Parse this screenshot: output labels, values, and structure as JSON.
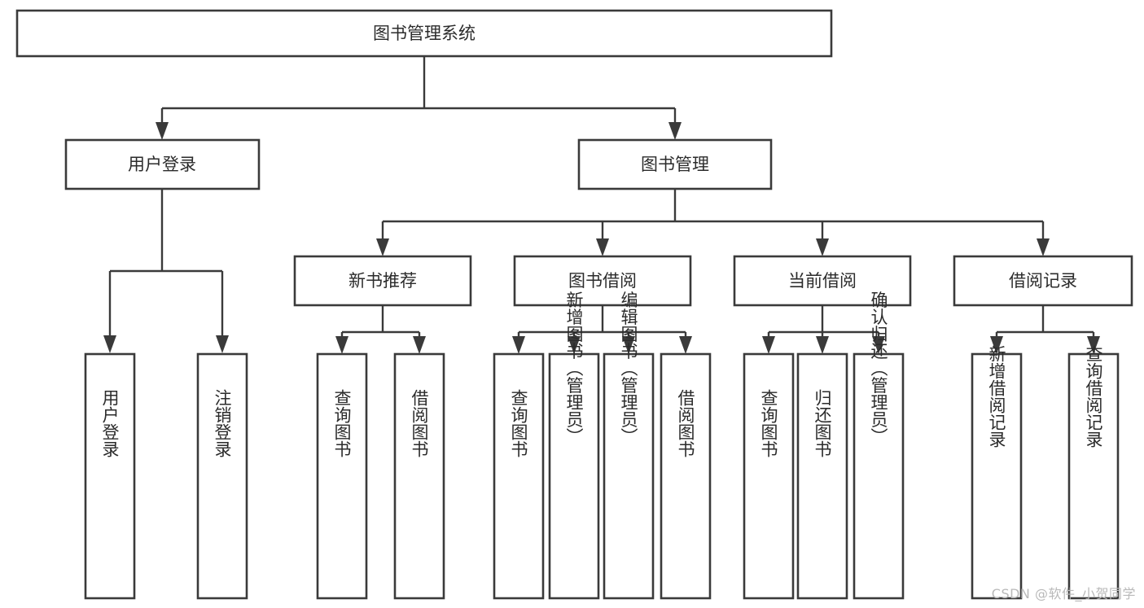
{
  "diagram": {
    "title": "图书管理系统",
    "type": "tree-hierarchy-diagram",
    "colors": {
      "box_stroke": "#3a3a3a",
      "box_fill": "#ffffff",
      "connector": "#3a3a3a",
      "text": "#2b2b2b",
      "background": "#ffffff",
      "watermark": "#b9b9b9"
    },
    "root": {
      "label": "图书管理系统"
    },
    "level2": [
      {
        "label": "用户登录"
      },
      {
        "label": "图书管理"
      }
    ],
    "level3": [
      {
        "label": "新书推荐"
      },
      {
        "label": "图书借阅"
      },
      {
        "label": "当前借阅"
      },
      {
        "label": "借阅记录"
      }
    ],
    "leaves_user_login": [
      {
        "label": "用户登录"
      },
      {
        "label": "注销登录"
      }
    ],
    "leaves_new_book": [
      {
        "label": "查询图书"
      },
      {
        "label": "借阅图书"
      }
    ],
    "leaves_borrow": [
      {
        "label": "查询图书"
      },
      {
        "label": "新增图书（管理员）"
      },
      {
        "label": "编辑图书（管理员）"
      },
      {
        "label": "借阅图书"
      }
    ],
    "leaves_current": [
      {
        "label": "查询图书"
      },
      {
        "label": "归还图书"
      },
      {
        "label": "确认归还（管理员）"
      }
    ],
    "leaves_record": [
      {
        "label": "新增借阅记录"
      },
      {
        "label": "查询借阅记录"
      }
    ]
  },
  "watermark": {
    "text": "CSDN @软件_小贺同学"
  }
}
